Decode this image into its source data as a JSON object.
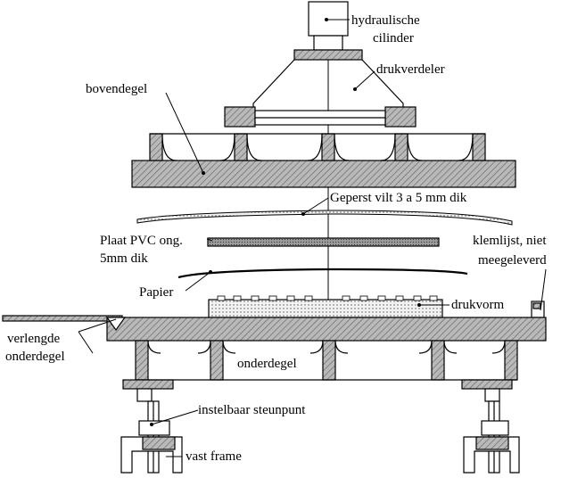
{
  "labels": {
    "cylinder_line1": "hydraulische",
    "cylinder_line2": "cilinder",
    "distributor": "drukverdeler",
    "upper_platen": "bovendegel",
    "felt": "Geperst vilt 3 a 5 mm dik",
    "pvc_line1": "Plaat PVC ong.",
    "pvc_line2": "5mm dik",
    "clamp_line1": "klemlijst, niet",
    "clamp_line2": "meegeleverd",
    "paper": "Papier",
    "mould": "drukvorm",
    "extended_line1": "verlengde",
    "extended_line2": "onderdegel",
    "lower_platen": "onderdegel",
    "support": "instelbaar steunpunt",
    "frame": "vast frame"
  },
  "colors": {
    "line": "#000000",
    "hatch": "#888888",
    "fill_light": "#ffffff",
    "fill_block": "#dcdcdc"
  }
}
